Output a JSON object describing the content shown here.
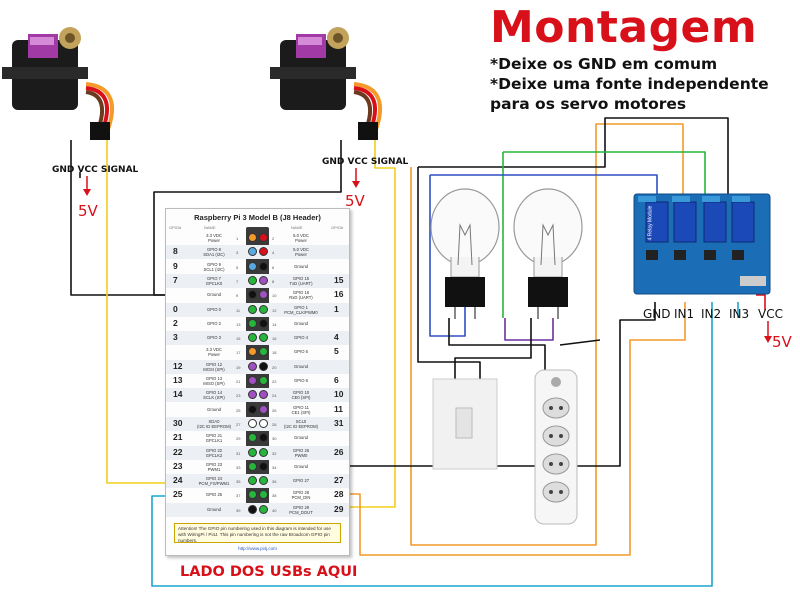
{
  "title": "Montagem",
  "notes": [
    "*Deixe os GND em comum",
    "*Deixe uma fonte independente",
    "para os servo motores"
  ],
  "servo1": {
    "pins_label": "GND VCC SIGNAL",
    "supply": "5V"
  },
  "servo2": {
    "pins_label": "GND VCC SIGNAL",
    "supply": "5V"
  },
  "relay": {
    "pins": [
      "GND",
      "IN1",
      "IN2",
      "IN3",
      "VCC"
    ],
    "supply": "5V",
    "board_text": "4 Relay Module"
  },
  "board": {
    "title": "Raspberry Pi 3 Model B (J8 Header)",
    "header": [
      "GPIO#",
      "NAME",
      "",
      "",
      "NAME",
      "GPIO#"
    ],
    "rows": [
      {
        "lnum": "",
        "lname": "3.3 VDC\nPower",
        "lpin": "1",
        "rpin": "2",
        "rname": "5.0 VDC\nPower",
        "rnum": ""
      },
      {
        "lnum": "8",
        "lname": "GPIO 8\nSDA1 (I2C)",
        "lpin": "3",
        "rpin": "4",
        "rname": "5.0 VDC\nPower",
        "rnum": ""
      },
      {
        "lnum": "9",
        "lname": "GPIO 9\nSCL1 (I2C)",
        "lpin": "5",
        "rpin": "6",
        "rname": "Ground",
        "rnum": ""
      },
      {
        "lnum": "7",
        "lname": "GPIO 7\nGPCLK0",
        "lpin": "7",
        "rpin": "8",
        "rname": "GPIO 15\nTxD (UART)",
        "rnum": "15"
      },
      {
        "lnum": "",
        "lname": "Ground",
        "lpin": "9",
        "rpin": "10",
        "rname": "GPIO 16\nRxD (UART)",
        "rnum": "16"
      },
      {
        "lnum": "0",
        "lname": "GPIO 0",
        "lpin": "11",
        "rpin": "12",
        "rname": "GPIO 1\nPCM_CLK/PWM0",
        "rnum": "1"
      },
      {
        "lnum": "2",
        "lname": "GPIO 2",
        "lpin": "13",
        "rpin": "14",
        "rname": "Ground",
        "rnum": ""
      },
      {
        "lnum": "3",
        "lname": "GPIO 3",
        "lpin": "15",
        "rpin": "16",
        "rname": "GPIO 4",
        "rnum": "4"
      },
      {
        "lnum": "",
        "lname": "3.3 VDC\nPower",
        "lpin": "17",
        "rpin": "18",
        "rname": "GPIO 5",
        "rnum": "5"
      },
      {
        "lnum": "12",
        "lname": "GPIO 12\nMOSI (SPI)",
        "lpin": "19",
        "rpin": "20",
        "rname": "Ground",
        "rnum": ""
      },
      {
        "lnum": "13",
        "lname": "GPIO 13\nMISO (SPI)",
        "lpin": "21",
        "rpin": "22",
        "rname": "GPIO 6",
        "rnum": "6"
      },
      {
        "lnum": "14",
        "lname": "GPIO 14\nSCLK (SPI)",
        "lpin": "23",
        "rpin": "24",
        "rname": "GPIO 10\nCE0 (SPI)",
        "rnum": "10"
      },
      {
        "lnum": "",
        "lname": "Ground",
        "lpin": "25",
        "rpin": "26",
        "rname": "GPIO 11\nCE1 (SPI)",
        "rnum": "11"
      },
      {
        "lnum": "30",
        "lname": "SDA0\n(I2C ID EEPROM)",
        "lpin": "27",
        "rpin": "28",
        "rname": "SCL0\n(I2C ID EEPROM)",
        "rnum": "31"
      },
      {
        "lnum": "21",
        "lname": "GPIO 21\nGPCLK1",
        "lpin": "29",
        "rpin": "30",
        "rname": "Ground",
        "rnum": ""
      },
      {
        "lnum": "22",
        "lname": "GPIO 22\nGPCLK2",
        "lpin": "31",
        "rpin": "32",
        "rname": "GPIO 26\nPWM0",
        "rnum": "26"
      },
      {
        "lnum": "23",
        "lname": "GPIO 23\nPWM1",
        "lpin": "33",
        "rpin": "34",
        "rname": "Ground",
        "rnum": ""
      },
      {
        "lnum": "24",
        "lname": "GPIO 24\nPCM_FS/PWM1",
        "lpin": "35",
        "rpin": "36",
        "rname": "GPIO 27",
        "rnum": "27"
      },
      {
        "lnum": "25",
        "lname": "GPIO 25",
        "lpin": "37",
        "rpin": "38",
        "rname": "GPIO 28\nPCM_DIN",
        "rnum": "28"
      },
      {
        "lnum": "",
        "lname": "Ground",
        "lpin": "39",
        "rpin": "40",
        "rname": "GPIO 29\nPCM_DOUT",
        "rnum": "29"
      }
    ],
    "attention": "Attention! The GPIO pin numbering used in this diagram is intended for use with WiringPi / Pi4J. This pin numbering is not the raw Broadcom GPIO pin numbers.",
    "url": "http://www.pi4j.com"
  },
  "usb_label": "LADO DOS USBs AQUI",
  "colors": {
    "title": "#d8101a",
    "red_wire": "#d8101a",
    "yellow_wire": "#f2cf1c",
    "orange_wire": "#f39a2a",
    "green_wire": "#27b53c",
    "blue_wire": "#2f4fc4",
    "cyan_wire": "#1ba5cf",
    "black_wire": "#111111",
    "relay_board": "#1b6db5"
  },
  "icons": [
    "servo-motor-icon",
    "light-bulb-icon",
    "wall-switch-icon",
    "power-strip-icon",
    "relay-module-icon"
  ]
}
